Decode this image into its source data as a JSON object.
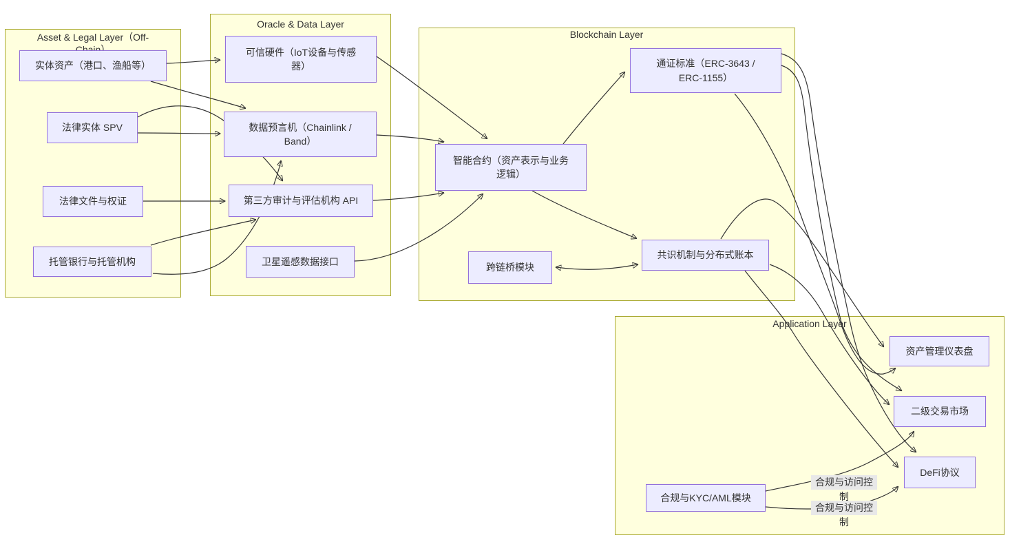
{
  "layers": [
    {
      "id": "asset-legal",
      "title": "Asset & Legal Layer（Off-Chain）"
    },
    {
      "id": "oracle-data",
      "title": "Oracle & Data Layer"
    },
    {
      "id": "blockchain",
      "title": "Blockchain Layer"
    },
    {
      "id": "application",
      "title": "Application Layer"
    }
  ],
  "nodes": [
    {
      "id": "physical-asset",
      "label": "实体资产（港口、渔船等）"
    },
    {
      "id": "legal-spv",
      "label": "法律实体 SPV"
    },
    {
      "id": "legal-docs",
      "label": "法律文件与权证"
    },
    {
      "id": "custodian-bank",
      "label": "托管银行与托管机构"
    },
    {
      "id": "trusted-hardware",
      "label": "可信硬件（IoT设备与传感器）"
    },
    {
      "id": "data-oracle",
      "label": "数据预言机（Chainlink / Band）"
    },
    {
      "id": "third-party-audit",
      "label": "第三方审计与评估机构 API"
    },
    {
      "id": "satellite",
      "label": "卫星遥感数据接口"
    },
    {
      "id": "smart-contract",
      "label": "智能合约（资产表示与业务逻辑）"
    },
    {
      "id": "token-standard",
      "label": "通证标准（ERC-3643 / ERC-1155）"
    },
    {
      "id": "cross-chain-bridge",
      "label": "跨链桥模块"
    },
    {
      "id": "consensus-ledger",
      "label": "共识机制与分布式账本"
    },
    {
      "id": "asset-dashboard",
      "label": "资产管理仪表盘"
    },
    {
      "id": "secondary-market",
      "label": "二级交易市场"
    },
    {
      "id": "defi-protocol",
      "label": "DeFi协议"
    },
    {
      "id": "kyc-aml",
      "label": "合规与KYC/AML模块"
    }
  ],
  "edge_labels": [
    {
      "text": "合规与访问控制"
    },
    {
      "text": "合规与访问控制"
    }
  ],
  "colors": {
    "node_fill": "#ECECFF",
    "node_border": "#9370DB",
    "layer_fill": "#FFFFDE",
    "layer_border": "#AAAA33",
    "edge": "#333333",
    "edge_label_bg": "#E8E8E8",
    "text": "#333333"
  }
}
